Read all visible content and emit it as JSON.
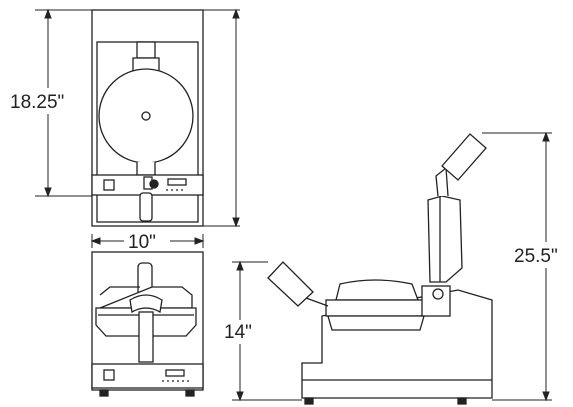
{
  "diagram": {
    "dimensions": {
      "top_view_depth": "18.25\"",
      "front_view_width": "10\"",
      "closed_height": "14\"",
      "open_height": "25.5\""
    },
    "colors": {
      "line": "#222222",
      "background": "#ffffff"
    }
  }
}
